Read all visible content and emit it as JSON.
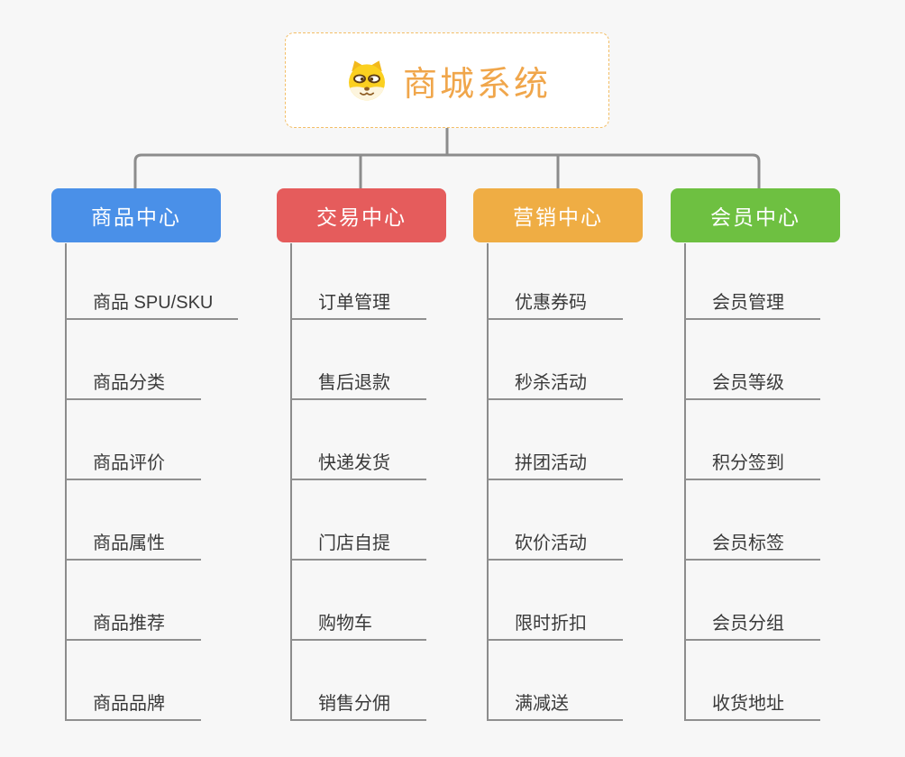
{
  "root": {
    "title": "商城系统",
    "icon": "doge-icon"
  },
  "branches": [
    {
      "name": "product-center",
      "label": "商品中心",
      "color": "#4a90e8",
      "children": [
        "商品 SPU/SKU",
        "商品分类",
        "商品评价",
        "商品属性",
        "商品推荐",
        "商品品牌"
      ]
    },
    {
      "name": "trade-center",
      "label": "交易中心",
      "color": "#e55c5c",
      "children": [
        "订单管理",
        "售后退款",
        "快递发货",
        "门店自提",
        "购物车",
        "销售分佣"
      ]
    },
    {
      "name": "marketing-center",
      "label": "营销中心",
      "color": "#efad44",
      "children": [
        "优惠券码",
        "秒杀活动",
        "拼团活动",
        "砍价活动",
        "限时折扣",
        "满减送"
      ]
    },
    {
      "name": "member-center",
      "label": "会员中心",
      "color": "#6ec041",
      "children": [
        "会员管理",
        "会员等级",
        "积分签到",
        "会员标签",
        "会员分组",
        "收货地址"
      ]
    }
  ],
  "colors": {
    "background": "#f7f7f7",
    "root_accent": "#f0a64b",
    "root_border": "#f3be66",
    "connector": "#8c8c8c",
    "child_text": "#3a3a3a"
  }
}
